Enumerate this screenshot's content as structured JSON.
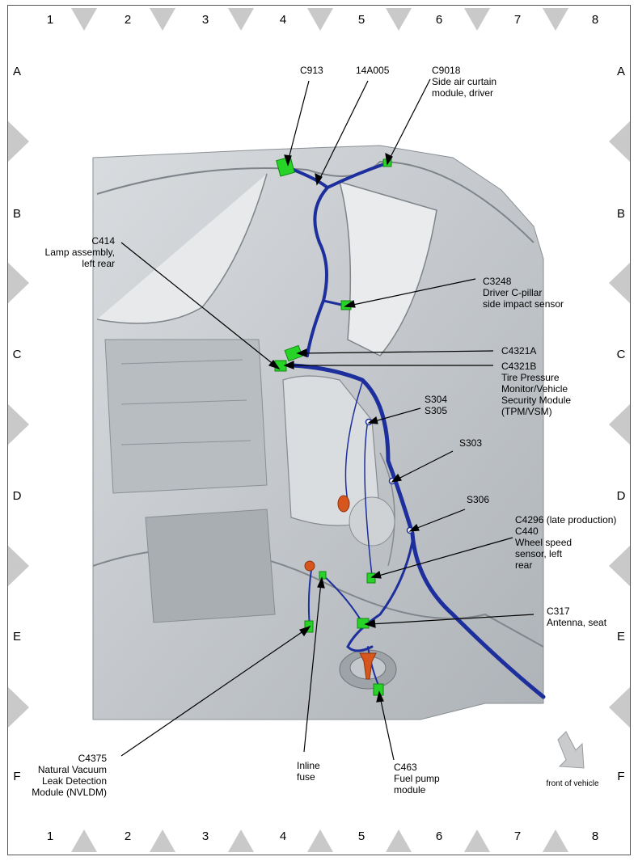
{
  "grid": {
    "columns": [
      "1",
      "2",
      "3",
      "4",
      "5",
      "6",
      "7",
      "8"
    ],
    "rows": [
      "A",
      "B",
      "C",
      "D",
      "E",
      "F"
    ]
  },
  "callouts": {
    "c913": "C913",
    "c14a005": "14A005",
    "c9018": [
      "C9018",
      "Side air curtain",
      "module, driver"
    ],
    "c414": [
      "C414",
      "Lamp assembly,",
      "left rear"
    ],
    "c3248": [
      "C3248",
      "Driver C-pillar",
      "side impact sensor"
    ],
    "c4321a": "C4321A",
    "c4321b": [
      "C4321B",
      "Tire Pressure",
      "Monitor/Vehicle",
      "Security Module",
      "(TPM/VSM)"
    ],
    "s304": [
      "S304",
      "S305"
    ],
    "s303": "S303",
    "s306": "S306",
    "c4296": [
      "C4296 (late production)",
      "C440",
      "Wheel speed",
      "sensor, left",
      "rear"
    ],
    "c317": [
      "C317",
      "Antenna, seat"
    ],
    "c4375": [
      "C4375",
      "Natural Vacuum",
      "Leak Detection",
      "Module (NVLDM)"
    ],
    "inline_fuse": [
      "Inline",
      "fuse"
    ],
    "c463": [
      "C463",
      "Fuel pump",
      "module"
    ]
  },
  "front_of_vehicle": "front of vehicle",
  "colors": {
    "harness": "#1d2f9c",
    "connector": "#27d327",
    "component": "#d6561e",
    "body": "#c8ccd0"
  }
}
